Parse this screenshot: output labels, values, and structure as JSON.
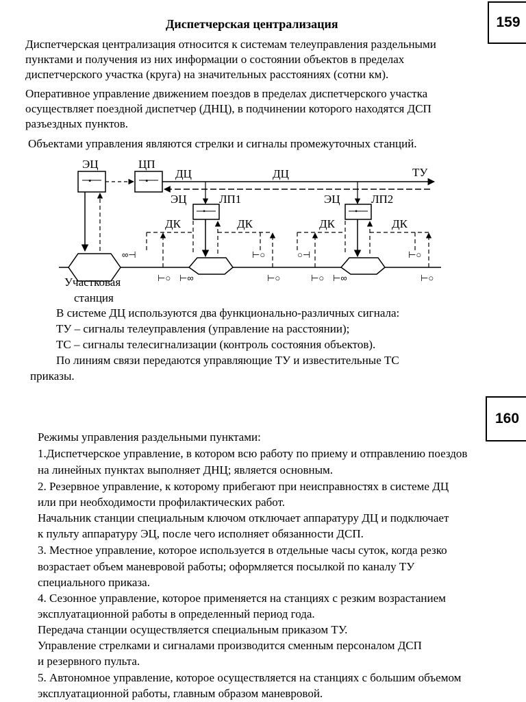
{
  "slide1": {
    "page_number": "159",
    "title": "Диспетчерская централизация",
    "para1": [
      "Диспетчерская централизация относится к системам телеуправления раздельными",
      "пунктами и получения из них информации о состоянии объектов в пределах",
      "диспетчерского участка (круга) на значительных расстояниях (сотни км)."
    ],
    "para2": [
      "Оперативное управление движением поездов в пределах диспетчерского участка",
      "осуществляет поездной диспетчер (ДНЦ), в подчинении которого находятся ДСП",
      "разъездных пунктов."
    ],
    "para3": "Объектами управления являются стрелки и сигналы промежуточных станций.",
    "diagram": {
      "ec": "ЭЦ",
      "cp": "ЦП",
      "dc": "ДЦ",
      "tu": "ТУ",
      "lp1": "ЛП1",
      "lp2": "ЛП2",
      "dk": "ДК",
      "station_line1": "Участковая",
      "station_line2": "станция",
      "dot": "•"
    },
    "after": [
      "В системе ДЦ используются два функционально-различных сигнала:",
      "ТУ – сигналы телеуправления (управление на расстоянии);",
      "ТС – сигналы телесигнализации (контроль состояния объектов).",
      "По линиям связи  передаются управляющие ТУ и известительные ТС",
      "приказы."
    ]
  },
  "slide2": {
    "page_number": "160",
    "lines": [
      "Режимы управления раздельными пунктами:",
      "1.Диспетчерское управление, в котором всю работу по приему и  отправлению поездов",
      "на линейных пунктах выполняет ДНЦ; является   основным.",
      "2. Резервное управление, к которому прибегают при неисправностях в системе ДЦ",
      "или при необходимости профилактических работ.",
      "Начальник станции специальным ключом отключает аппаратуру ДЦ и подключает",
      "к пульту аппаратуру ЭЦ, после чего исполняет обязанности ДСП.",
      "3. Местное управление, которое используется в отдельные часы суток, когда резко",
      "возрастает объем маневровой работы; оформляется посылкой по каналу ТУ",
      "специального приказа.",
      "4. Сезонное управление, которое применяется на станциях с резким возрастанием",
      "эксплуатационной работы в определенный период года.",
      " Передача станции осуществляется специальным приказом ТУ.",
      "Управление стрелками и сигналами производится сменным персоналом ДСП",
      "и резервного пульта.",
      "5. Автономное управление, которое осуществляется на станциях с большим объемом",
      " эксплуатационной работы, главным образом маневровой."
    ]
  }
}
